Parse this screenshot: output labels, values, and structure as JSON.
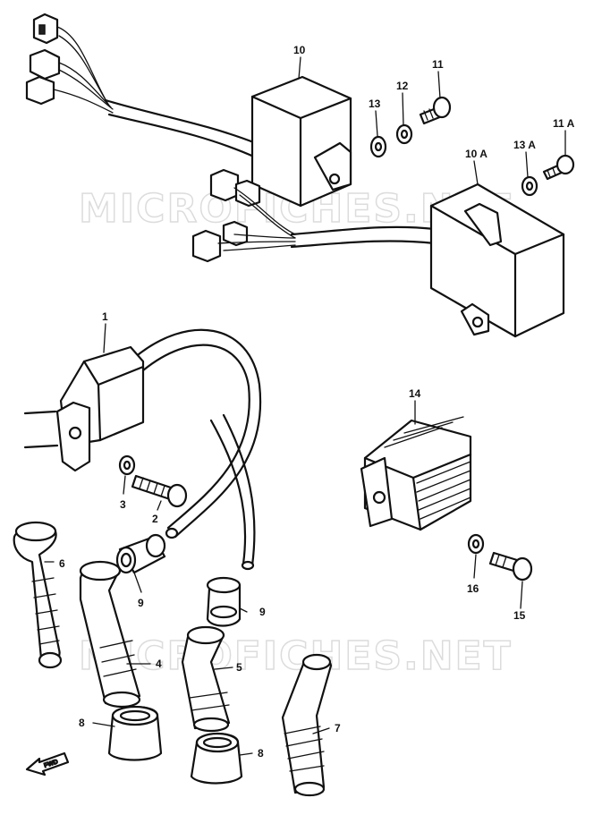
{
  "watermark": {
    "text": "MICROFICHES.NET"
  },
  "front_mark": {
    "text": "FWD"
  },
  "callouts": [
    {
      "id": "c10",
      "label": "10"
    },
    {
      "id": "c13",
      "label": "13"
    },
    {
      "id": "c12",
      "label": "12"
    },
    {
      "id": "c11",
      "label": "11"
    },
    {
      "id": "c11A",
      "label": "11 A"
    },
    {
      "id": "c10A",
      "label": "10 A"
    },
    {
      "id": "c13A",
      "label": "13 A"
    },
    {
      "id": "c1",
      "label": "1"
    },
    {
      "id": "c14",
      "label": "14"
    },
    {
      "id": "c3",
      "label": "3"
    },
    {
      "id": "c2",
      "label": "2"
    },
    {
      "id": "c6",
      "label": "6"
    },
    {
      "id": "c9a",
      "label": "9"
    },
    {
      "id": "c9b",
      "label": "9"
    },
    {
      "id": "c4",
      "label": "4"
    },
    {
      "id": "c5",
      "label": "5"
    },
    {
      "id": "c7",
      "label": "7"
    },
    {
      "id": "c8a",
      "label": "8"
    },
    {
      "id": "c8b",
      "label": "8"
    },
    {
      "id": "c16",
      "label": "16"
    },
    {
      "id": "c15",
      "label": "15"
    }
  ]
}
